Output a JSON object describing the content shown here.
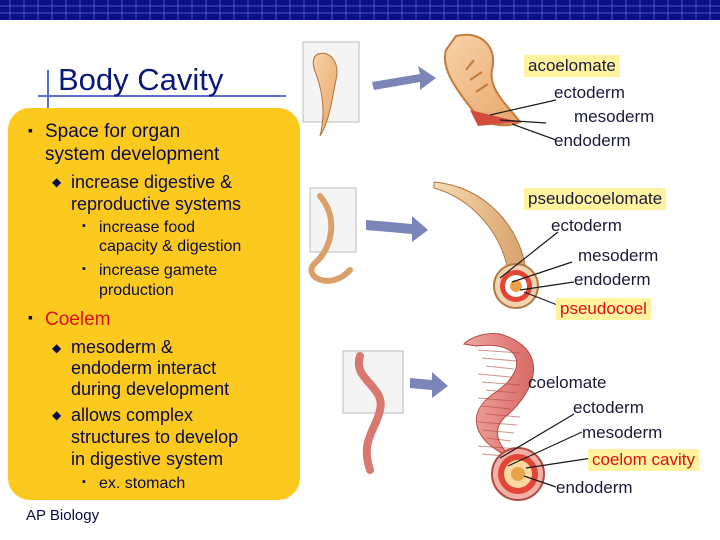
{
  "slide": {
    "title": "Body Cavity",
    "footer": "AP Biology",
    "bullets": {
      "b1_line1": "Space for organ",
      "b1_line2": "system development",
      "b1a_line1": "increase digestive &",
      "b1a_line2": "reproductive systems",
      "b1a1_line1": "increase food",
      "b1a1_line2": "capacity & digestion",
      "b1a2_line1": "increase gamete",
      "b1a2_line2": "production",
      "b2": "Coelem",
      "b2a_line1": "mesoderm &",
      "b2a_line2": "endoderm interact",
      "b2a_line3": "during development",
      "b2b_line1": "allows complex",
      "b2b_line2": "structures to develop",
      "b2b_line3": "in digestive system",
      "b2b1": "ex. stomach"
    }
  },
  "figures": {
    "acoelomate": {
      "heading": "acoelomate",
      "ectoderm": "ectoderm",
      "mesoderm": "mesoderm",
      "endoderm": "endoderm"
    },
    "pseudocoelomate": {
      "heading": "pseudocoelomate",
      "ectoderm": "ectoderm",
      "mesoderm": "mesoderm",
      "endoderm": "endoderm",
      "cavity": "pseudocoel"
    },
    "coelomate": {
      "heading": "coelomate",
      "ectoderm": "ectoderm",
      "mesoderm": "mesoderm",
      "cavity": "coelom cavity",
      "endoderm": "endoderm"
    }
  },
  "colors": {
    "top_bar": "#0b0f8a",
    "panel": "#fcca1f",
    "title": "#0b1a7a",
    "highlight_label": "#fff3a0",
    "arrow": "#7a86b8"
  }
}
